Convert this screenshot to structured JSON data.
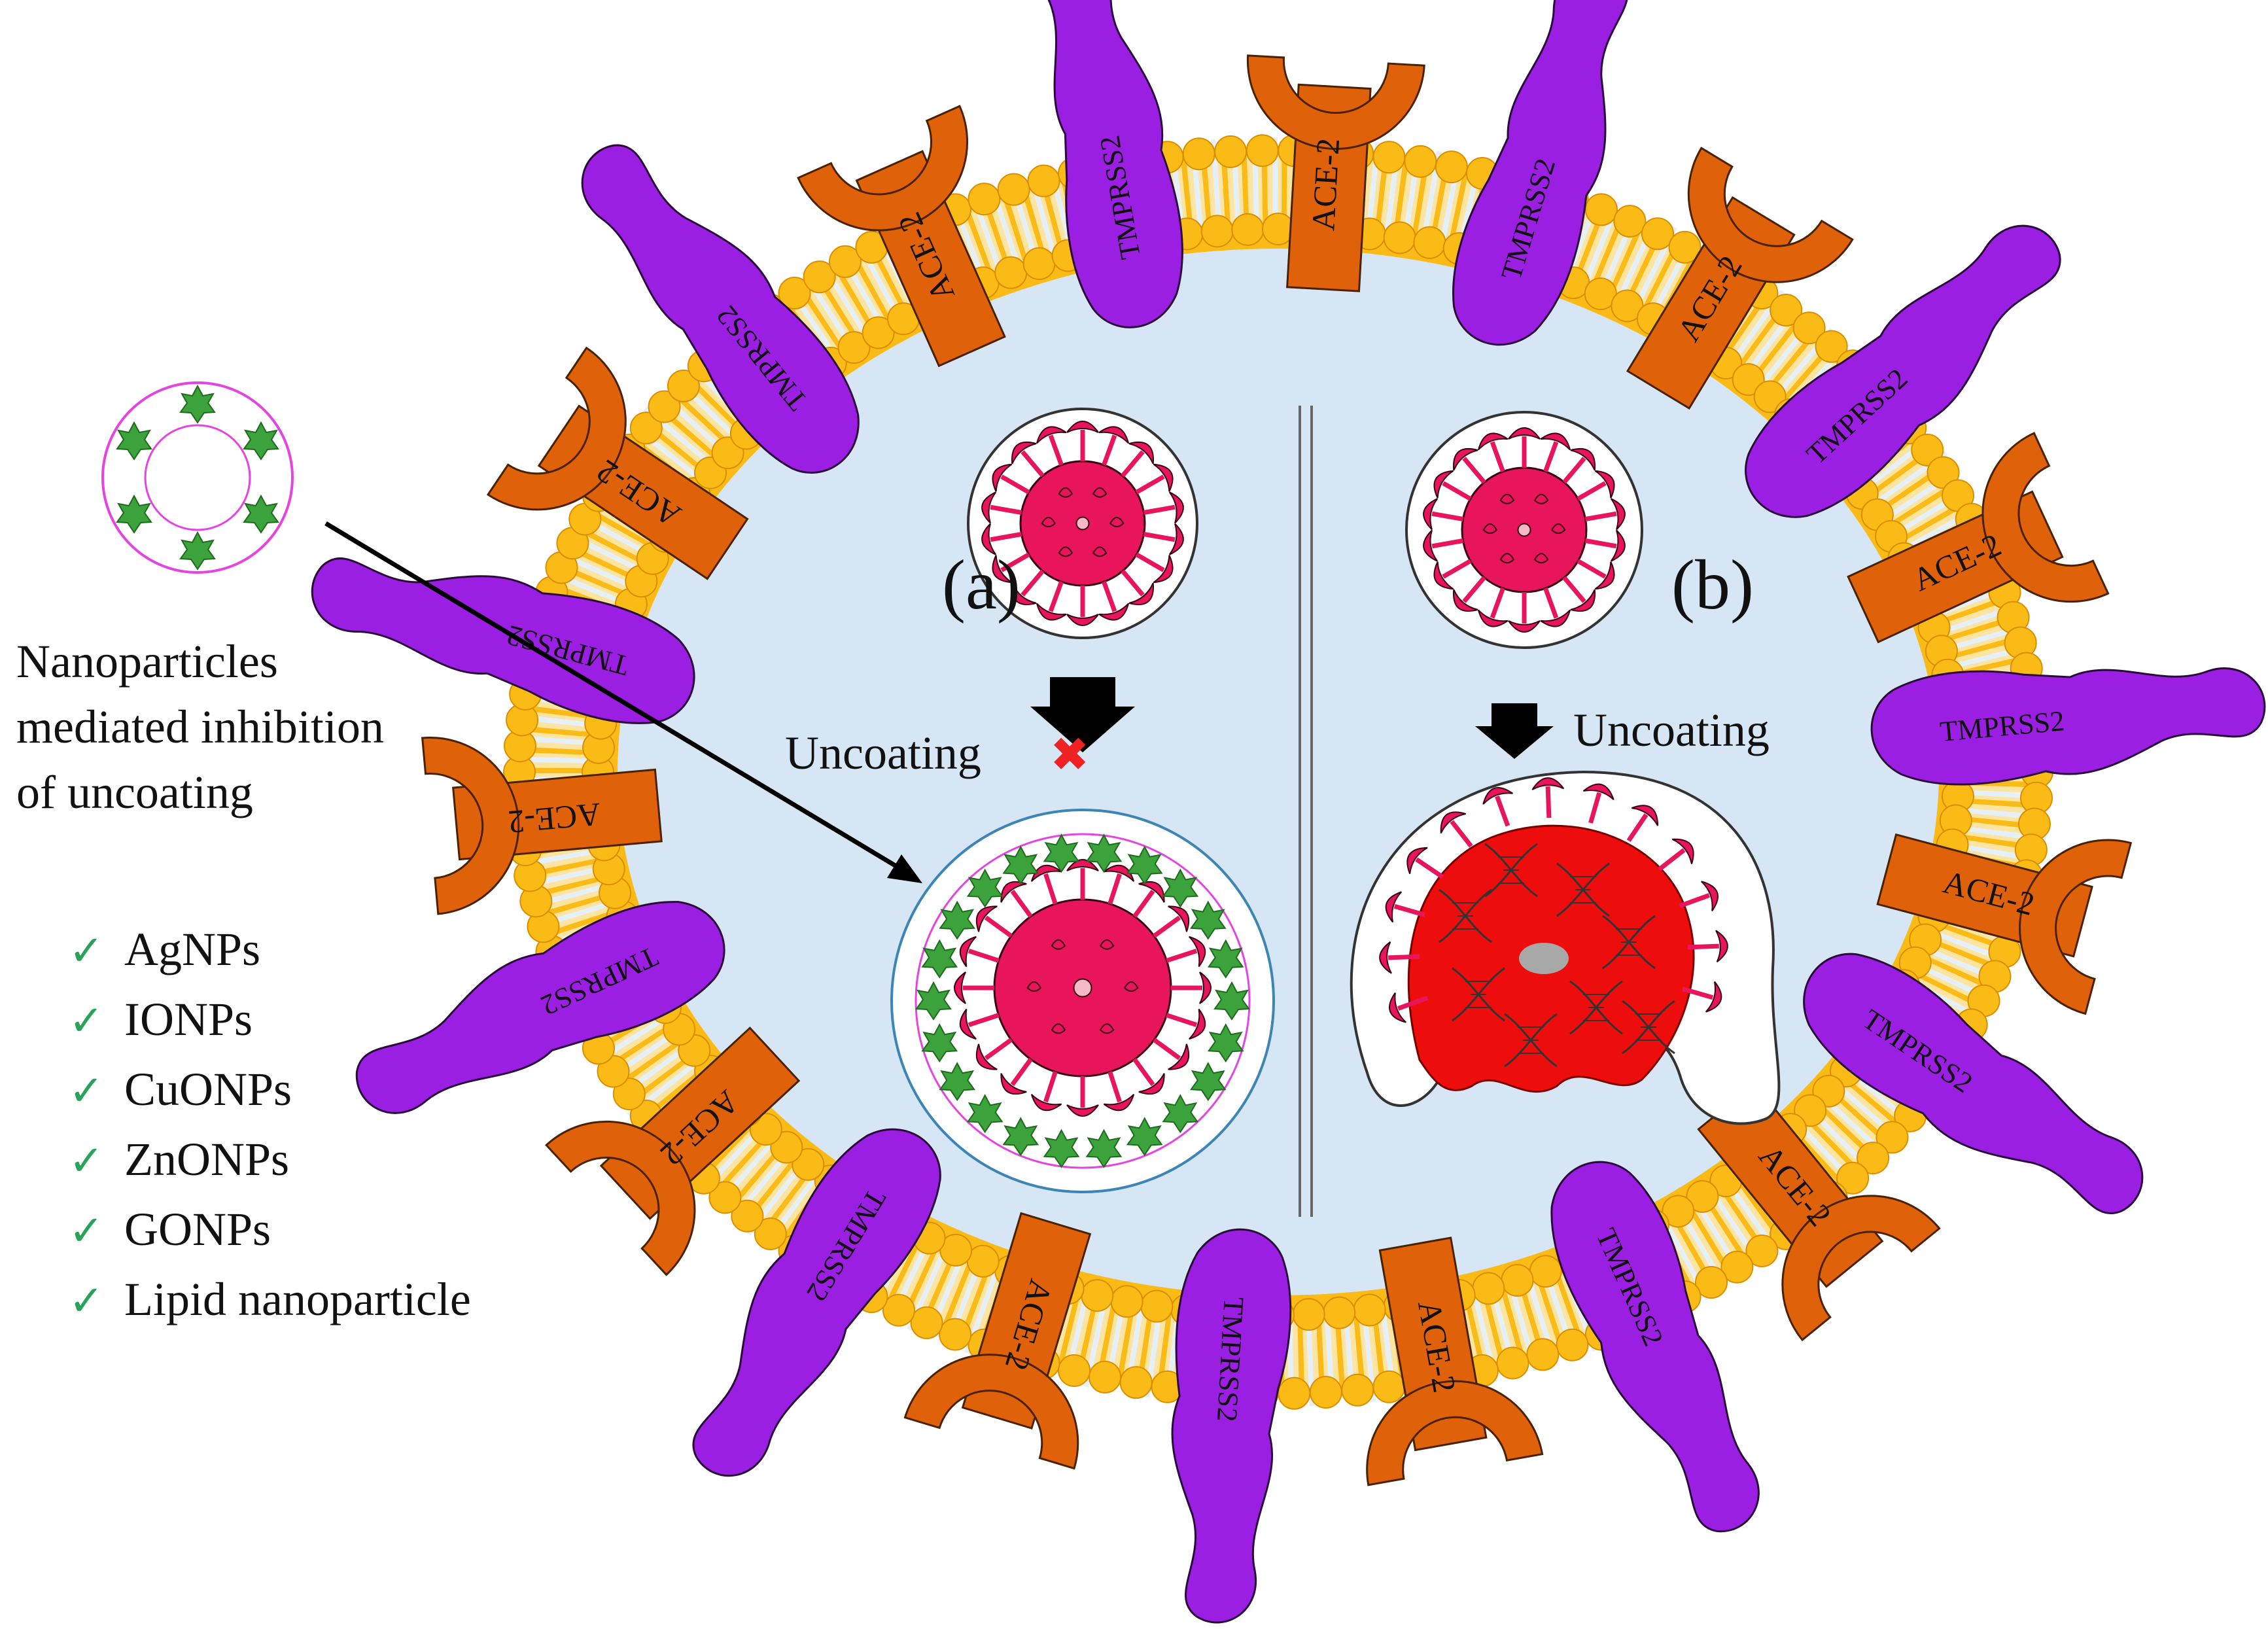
{
  "panels": {
    "a": "(a)",
    "b": "(b)"
  },
  "uncoating": {
    "a": "Uncoating",
    "b": "Uncoating"
  },
  "blocked_mark": "✖",
  "check_mark": "✓",
  "caption": [
    "Nanoparticles",
    "mediated inhibition",
    "of uncoating"
  ],
  "nanoparticle_list": [
    "AgNPs",
    "IONPs",
    "CuONPs",
    "ZnONPs",
    "GONPs",
    "Lipid nanoparticle"
  ],
  "receptor_label": "ACE-2",
  "protease_label": "TMPRSS2",
  "colors": {
    "cytoplasm": "#d6e6f4",
    "lipid_head": "#fbbb16",
    "lipid_tail": "#ffffff",
    "ace2": "#df6109",
    "tmprss2": "#9b1fe3",
    "virus": "#e8155c",
    "nanoparticle_star": "#3ca23c",
    "nanoparticle_ring": "#e445e0",
    "check": "#2aa35a",
    "cross": "#ee2222",
    "genome_core": "#ee0d0d"
  },
  "icons": [
    "ace2-receptor-icon",
    "tmprss2-protease-icon",
    "virus-icon",
    "nanoparticle-icon",
    "arrow-down-icon",
    "cross-icon",
    "check-icon"
  ]
}
